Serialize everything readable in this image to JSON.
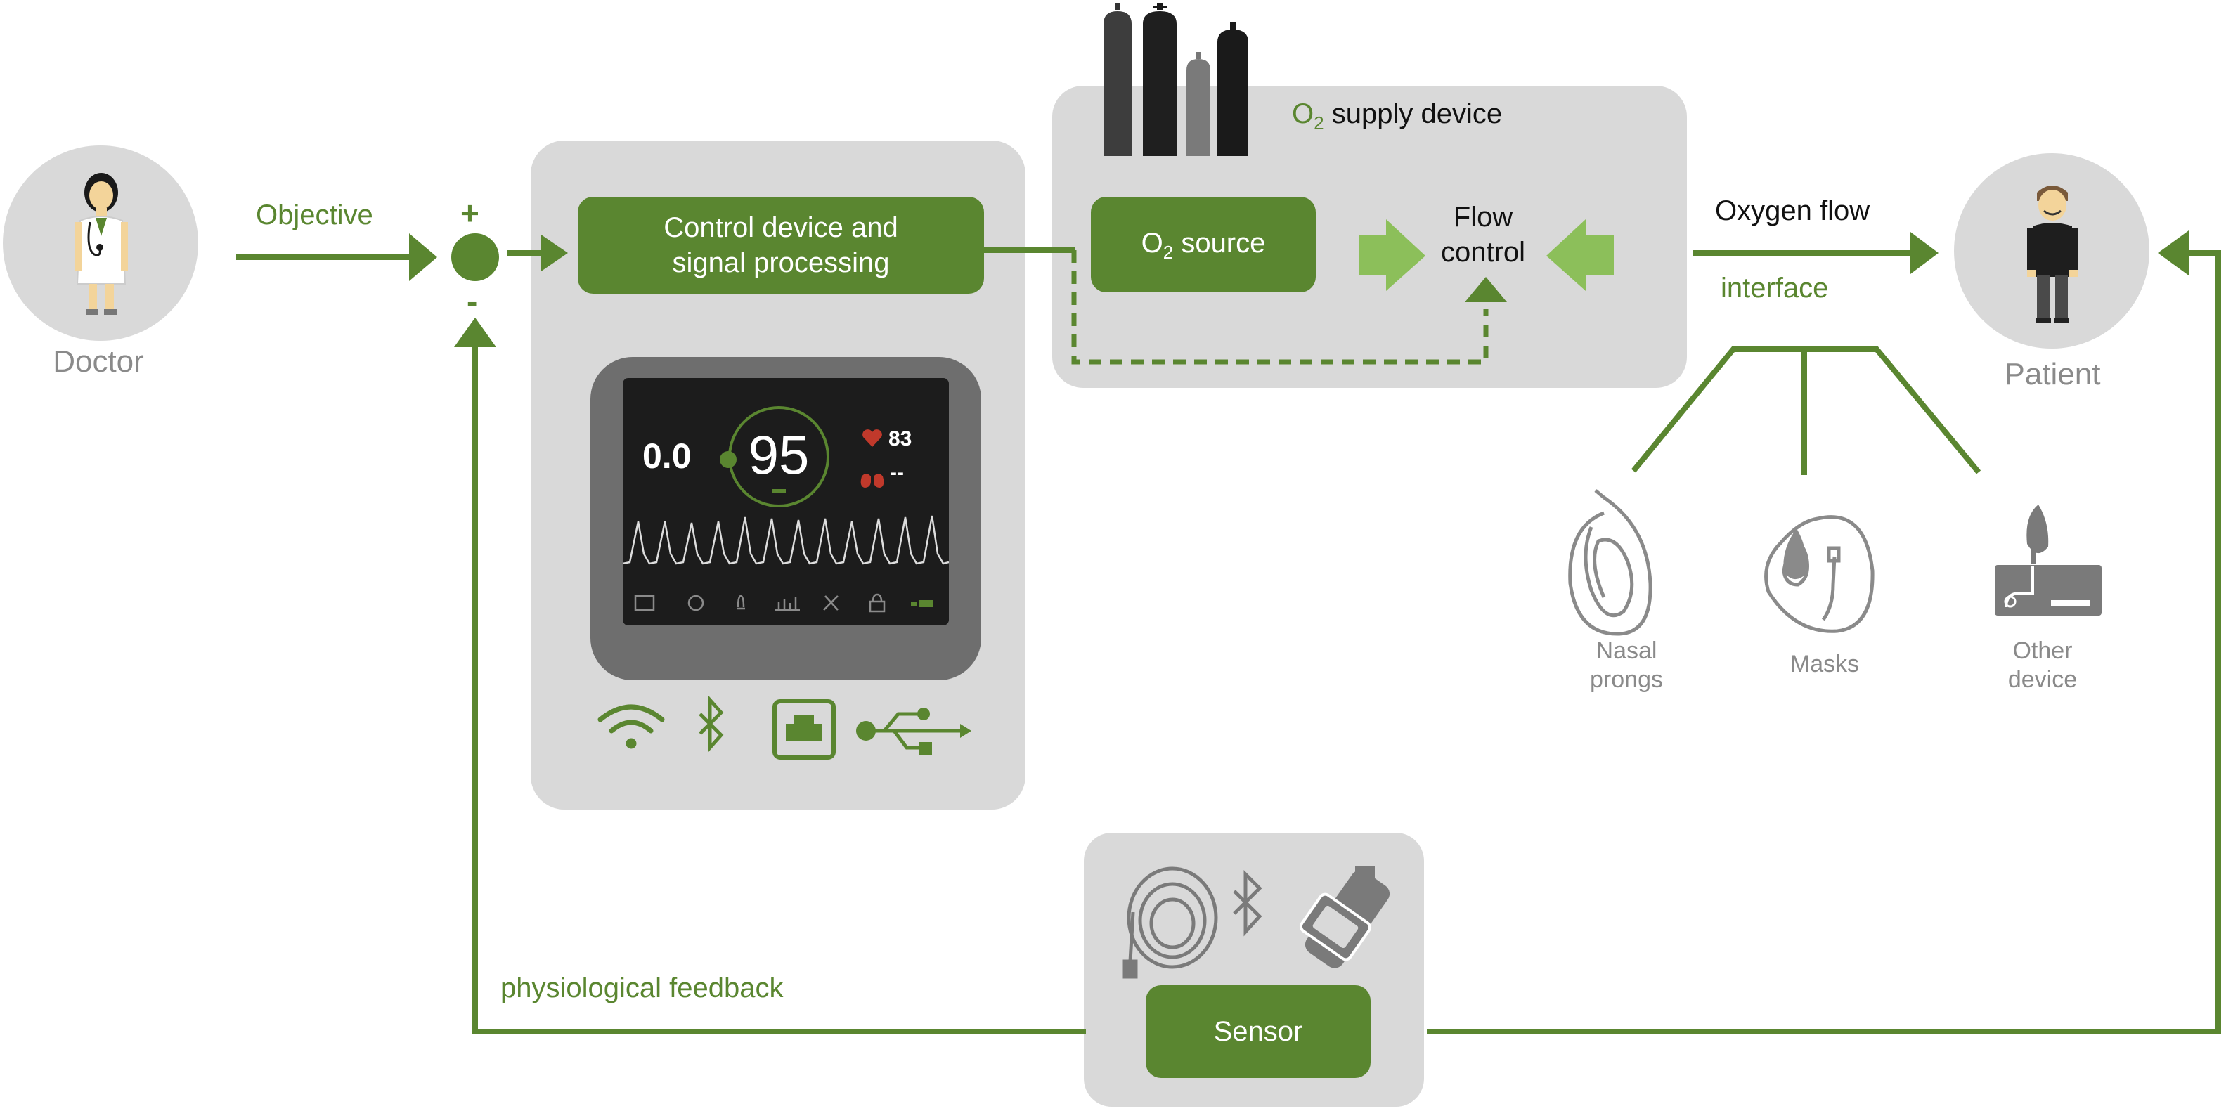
{
  "colors": {
    "accent_green": "#5a8630",
    "light_green": "#8cbf5a",
    "panel_grey": "#d9d9d9",
    "label_grey": "#8a8a8a",
    "monitor_dark": "#1c1c1c"
  },
  "doctor": {
    "label": "Doctor",
    "icon": "doctor-icon"
  },
  "patient": {
    "label": "Patient",
    "icon": "patient-icon"
  },
  "edges": {
    "objective": "Objective",
    "plus": "+",
    "minus": "-",
    "oxygen_flow": "Oxygen flow",
    "interface": "interface",
    "physiological_feedback": "physiological feedback"
  },
  "controller": {
    "box_line1": "Control device and",
    "box_line2": "signal processing",
    "monitor": {
      "flow_value": "0.0",
      "spo2_value": "95",
      "heart_rate": "83",
      "resp_value": "--"
    },
    "connectivity_icons": [
      "wifi-icon",
      "bluetooth-icon",
      "ethernet-icon",
      "usb-icon"
    ]
  },
  "o2_supply": {
    "title_o": "O",
    "title_sub": "2",
    "title_rest": " supply device",
    "source_o": "O",
    "source_sub": "2",
    "source_rest": " source",
    "flow_control_line1": "Flow",
    "flow_control_line2": "control",
    "cylinders_icon": "gas-cylinders-icon"
  },
  "interfaces": [
    {
      "line1": "Nasal",
      "line2": "prongs",
      "icon": "nasal-prongs-icon"
    },
    {
      "line1": "Masks",
      "line2": "",
      "icon": "mask-icon"
    },
    {
      "line1": "Other",
      "line2": "device",
      "icon": "other-device-icon"
    }
  ],
  "sensor": {
    "label": "Sensor",
    "icons": [
      "sensor-cable-icon",
      "bluetooth-icon",
      "wrist-oximeter-icon"
    ]
  }
}
